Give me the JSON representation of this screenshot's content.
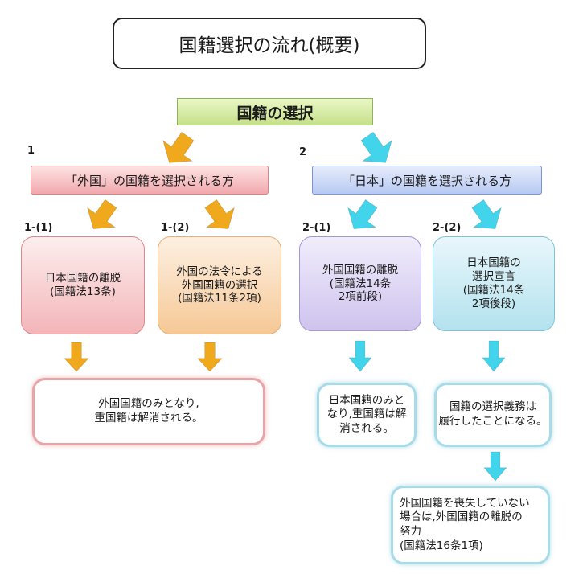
{
  "title": "国籍選択の流れ(概要)",
  "root": "国籍の選択",
  "colors": {
    "orange_arrow": "#f0a81c",
    "cyan_arrow": "#41d4ea"
  },
  "branch1": {
    "tag": "1",
    "label": "「外国」の国籍を選択される方",
    "sub1": {
      "tag": "1-(1)",
      "text": "日本国籍の離脱\n(国籍法13条)"
    },
    "sub2": {
      "tag": "1-(2)",
      "text": "外国の法令による\n外国国籍の選択\n(国籍法11条2項)"
    },
    "result": "外国国籍のみとなり,\n重国籍は解消される。"
  },
  "branch2": {
    "tag": "2",
    "label": "「日本」の国籍を選択される方",
    "sub1": {
      "tag": "2-(1)",
      "text": "外国国籍の離脱\n(国籍法14条\n2項前段)",
      "result": "日本国籍のみと\nなり,重国籍は解\n消される。"
    },
    "sub2": {
      "tag": "2-(2)",
      "text": "日本国籍の\n選択宣言\n(国籍法14条\n2項後段)",
      "result": "国籍の選択義務は\n履行したことになる。"
    },
    "final": "外国国籍を喪失していない\n場合は,外国国籍の離脱の\n努力\n(国籍法16条1項)"
  }
}
